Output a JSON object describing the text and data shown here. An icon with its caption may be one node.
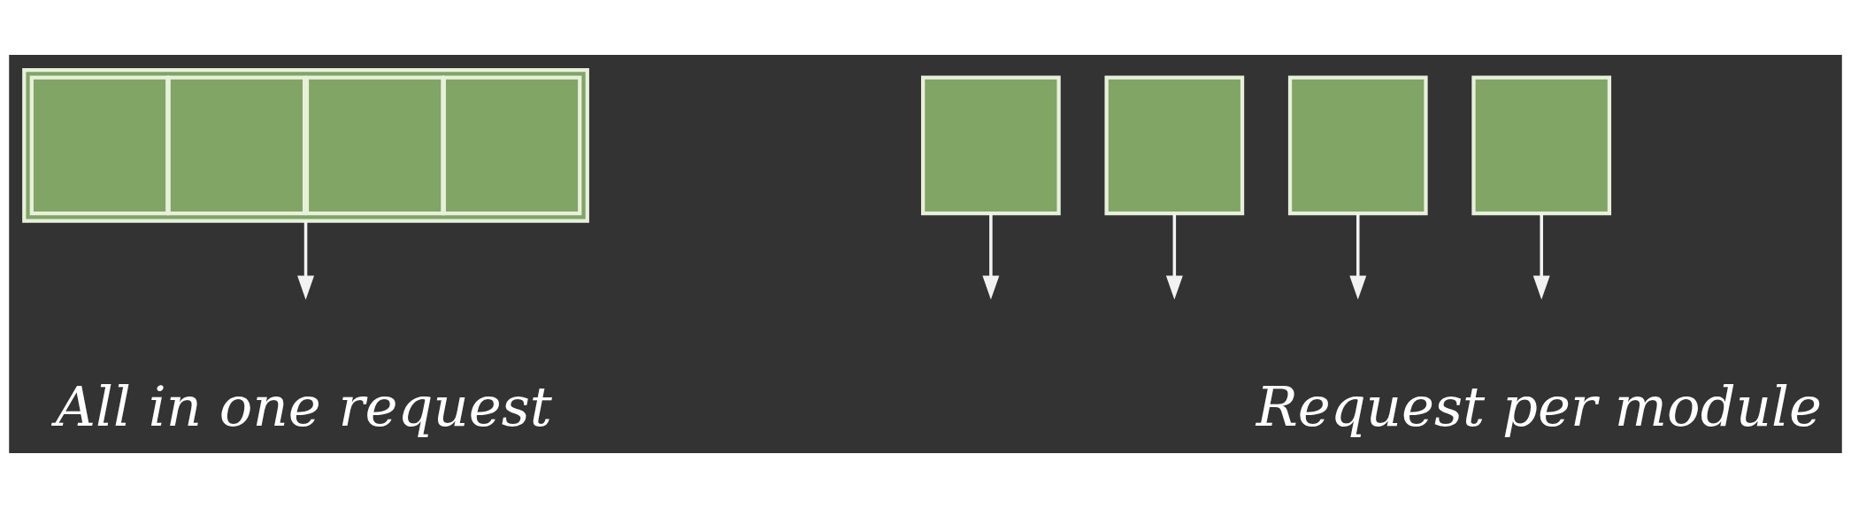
{
  "diagram": {
    "nodes": [
      {
        "text": [],
        "shape": "bar"
      },
      {
        "text": [],
        "shape": "box",
        "in": 0
      },
      {
        "text": [],
        "shape": "box",
        "in": 0
      },
      {
        "text": [],
        "shape": "box",
        "in": 0
      },
      {
        "text": [],
        "shape": "box",
        "in": 0
      },
      {
        "text": [],
        "shape": "box"
      },
      {
        "text": [],
        "shape": "box"
      },
      {
        "text": [],
        "shape": "box"
      },
      {
        "text": [],
        "shape": "box"
      }
    ],
    "edges": [
      {
        "from": 0,
        "to": null,
        "arrow": "to"
      },
      {
        "from": 5,
        "to": null,
        "arrow": "to"
      },
      {
        "from": 6,
        "to": null,
        "arrow": "to"
      },
      {
        "from": 7,
        "to": null,
        "arrow": "to"
      },
      {
        "from": 8,
        "to": null,
        "arrow": "to"
      }
    ],
    "labels": [
      "All in one request",
      "Request per module"
    ]
  }
}
